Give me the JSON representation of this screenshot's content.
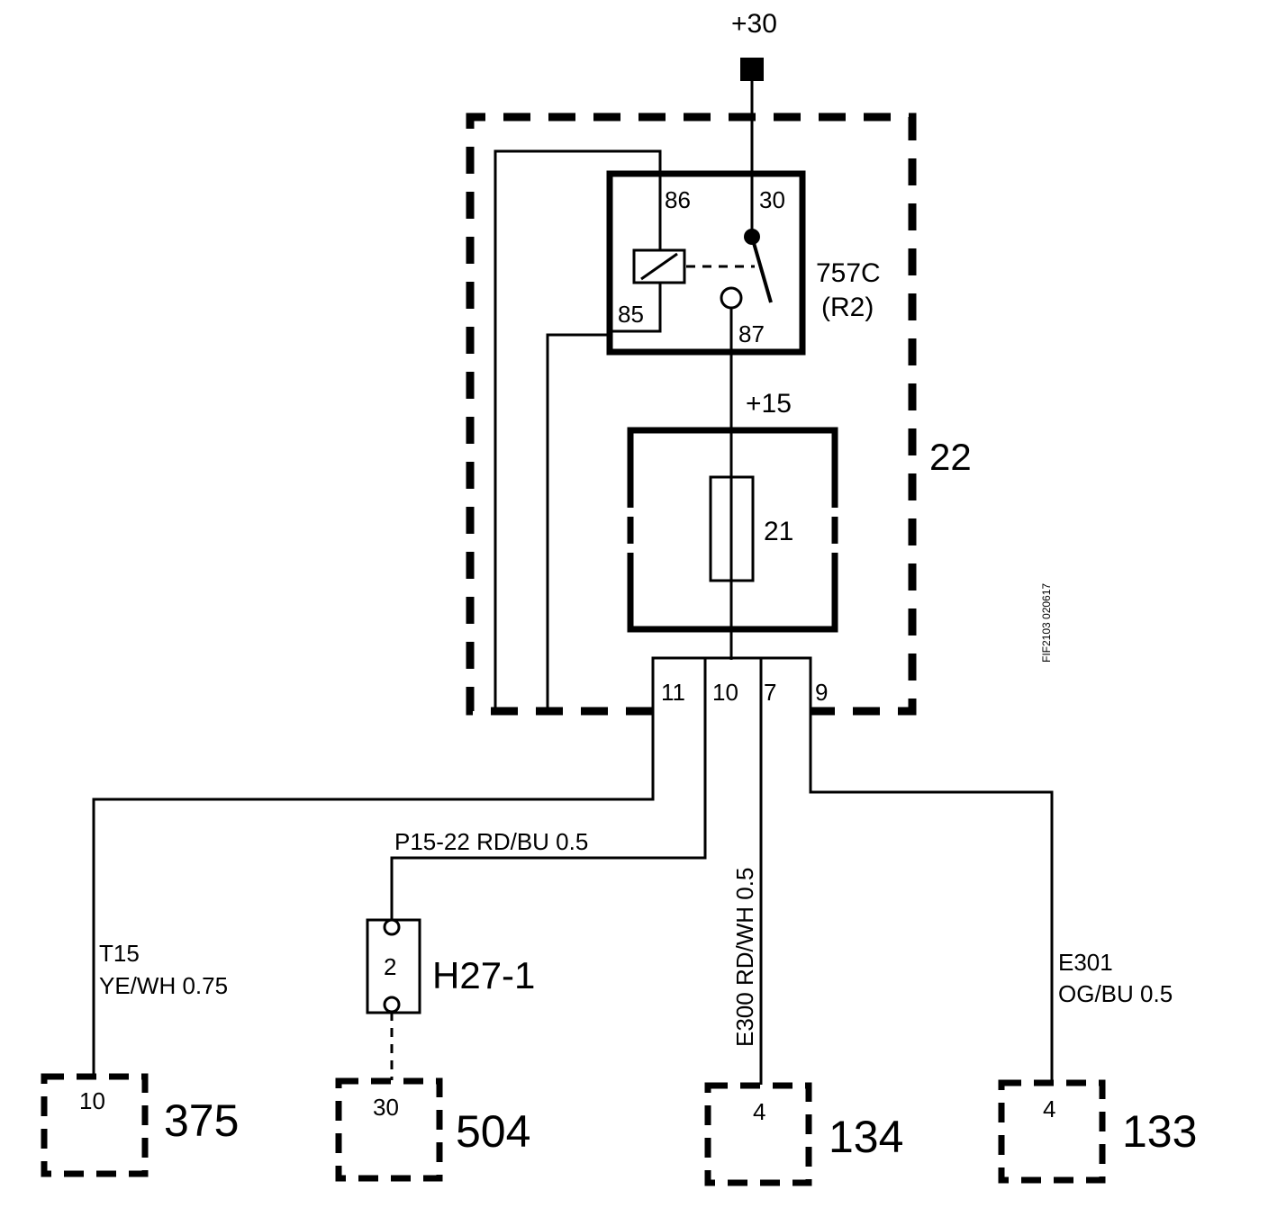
{
  "supply": {
    "label": "+30"
  },
  "control_unit": {
    "label": "22"
  },
  "relay": {
    "designation": "757C",
    "alt_designation": "(R2)",
    "pins": {
      "p86": "86",
      "p30": "30",
      "p85": "85",
      "p87": "87"
    }
  },
  "fuse_line": {
    "label": "+15"
  },
  "fuse": {
    "label": "21"
  },
  "connector_pins": {
    "p11": "11",
    "p10": "10",
    "p7": "7",
    "p9": "9"
  },
  "wires": {
    "p15": "P15-22  RD/BU  0.5",
    "e300": "E300  RD/WH  0.5",
    "t15_id": "T15",
    "t15_spec": "YE/WH 0.75",
    "e301_id": "E301",
    "e301_spec": "OG/BU  0.5"
  },
  "splice": {
    "label": "H27-1",
    "pin": "2"
  },
  "components": [
    {
      "pin": "10",
      "label": "375"
    },
    {
      "pin": "30",
      "label": "504"
    },
    {
      "pin": "4",
      "label": "134"
    },
    {
      "pin": "4",
      "label": "133"
    }
  ],
  "figure_id": "FIF2103  020617"
}
